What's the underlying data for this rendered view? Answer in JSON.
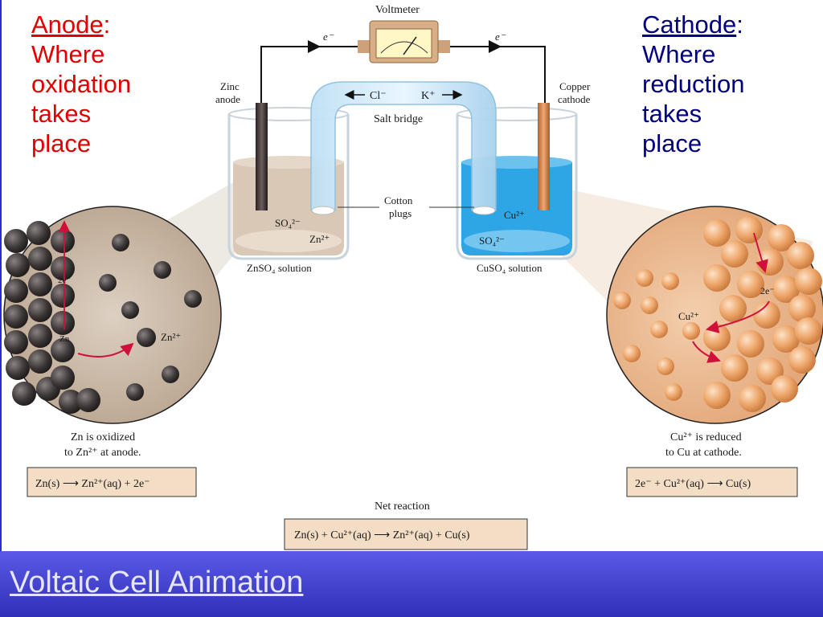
{
  "anode_heading": {
    "word": "Anode",
    "colon": ":",
    "lines": [
      "Where",
      "oxidation",
      "takes",
      "place"
    ]
  },
  "cathode_heading": {
    "word": "Cathode",
    "colon": ":",
    "lines": [
      "Where",
      "reduction",
      "takes",
      "place"
    ]
  },
  "diagram": {
    "voltmeter": "Voltmeter",
    "electron": "e⁻",
    "zinc_anode": [
      "Zinc",
      "anode"
    ],
    "copper_cathode": [
      "Copper",
      "cathode"
    ],
    "salt_bridge": "Salt bridge",
    "chloride": "Cl⁻",
    "potassium": "K⁺",
    "cotton_plugs": [
      "Cotton",
      "plugs"
    ],
    "so4_left": "SO₄²⁻",
    "zn2_left": "Zn²⁺",
    "cu2_right": "Cu²⁺",
    "so4_right": "SO₄²⁻",
    "znso4_solution": "ZnSO₄ solution",
    "cuso4_solution": "CuSO₄ solution",
    "left_zoom": {
      "two_e": "2e⁻",
      "zn": "Zn",
      "zn2": "Zn²⁺"
    },
    "right_zoom": {
      "two_e": "2e⁻",
      "cu2": "Cu²⁺"
    },
    "zn_oxidized": [
      "Zn is oxidized",
      "to Zn²⁺ at anode."
    ],
    "cu_reduced": [
      "Cu²⁺ is reduced",
      "to Cu at cathode."
    ],
    "anode_equation": "Zn(s) ⟶ Zn²⁺(aq) + 2e⁻",
    "cathode_equation": "2e⁻ + Cu²⁺(aq) ⟶ Cu(s)",
    "net_reaction_label": "Net reaction",
    "net_equation": "Zn(s) + Cu²⁺(aq) ⟶ Zn²⁺(aq) + Cu(s)"
  },
  "footer": {
    "link_text": "Voltaic Cell Animation"
  },
  "colors": {
    "anode_text": "#e00000",
    "cathode_text": "#000080",
    "footer_bg": "#4646d6",
    "link": "#e6e6ff"
  }
}
